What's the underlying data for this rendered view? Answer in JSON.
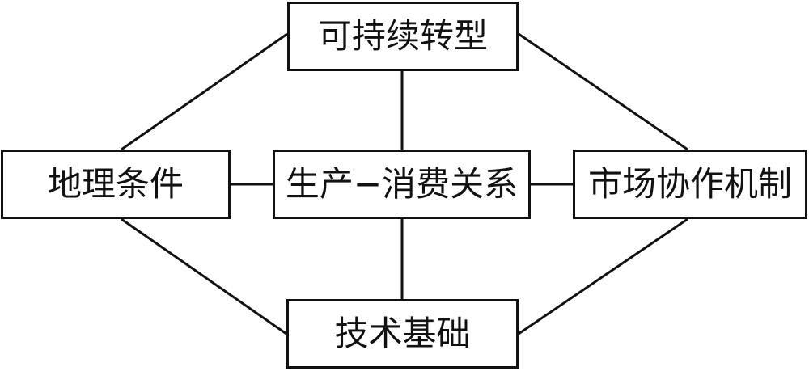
{
  "nodes": {
    "top": "可持续转型",
    "left": "地理条件",
    "center": "生产−消费关系",
    "right": "市场协作机制",
    "bottom": "技术基础"
  },
  "colors": {
    "stroke": "#111111",
    "background": "#ffffff",
    "text": "#111111"
  }
}
